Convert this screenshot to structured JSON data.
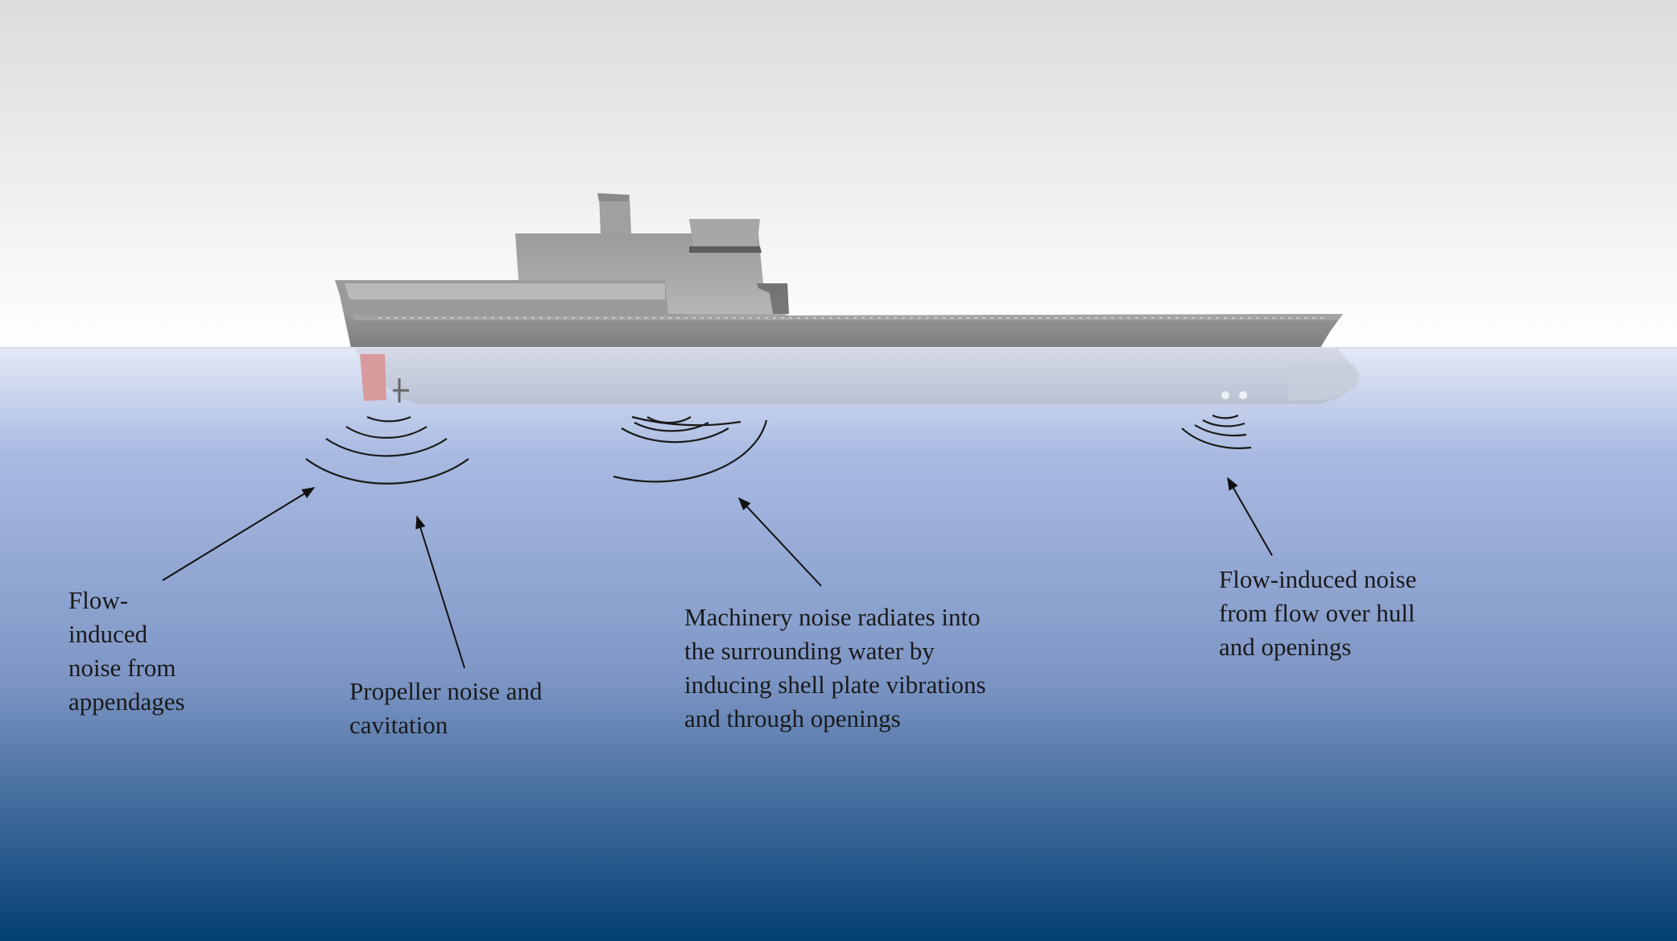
{
  "labels": {
    "appendages": "Flow-\ninduced\nnoise from\nappendages",
    "propeller": "Propeller noise and\ncavitation",
    "machinery": "Machinery noise radiates into\nthe surrounding water by\ninducing shell plate vibrations\nand through openings",
    "hull": "Flow-induced noise\nfrom flow over hull\nand openings"
  },
  "colors": {
    "sky_top": "#dcdcdc",
    "sky_horizon": "#ffffff",
    "water_surface": "#dfe6f4",
    "water_mid": "#a8b8e0",
    "water_deep": "#033f73",
    "hull_above_water": "#8f8f8f",
    "hull_below_water": "#c3c8d6",
    "superstructure": "#a9a9a9",
    "rudder": "#d99a9e",
    "wave_lines": "#1a1a1a"
  }
}
